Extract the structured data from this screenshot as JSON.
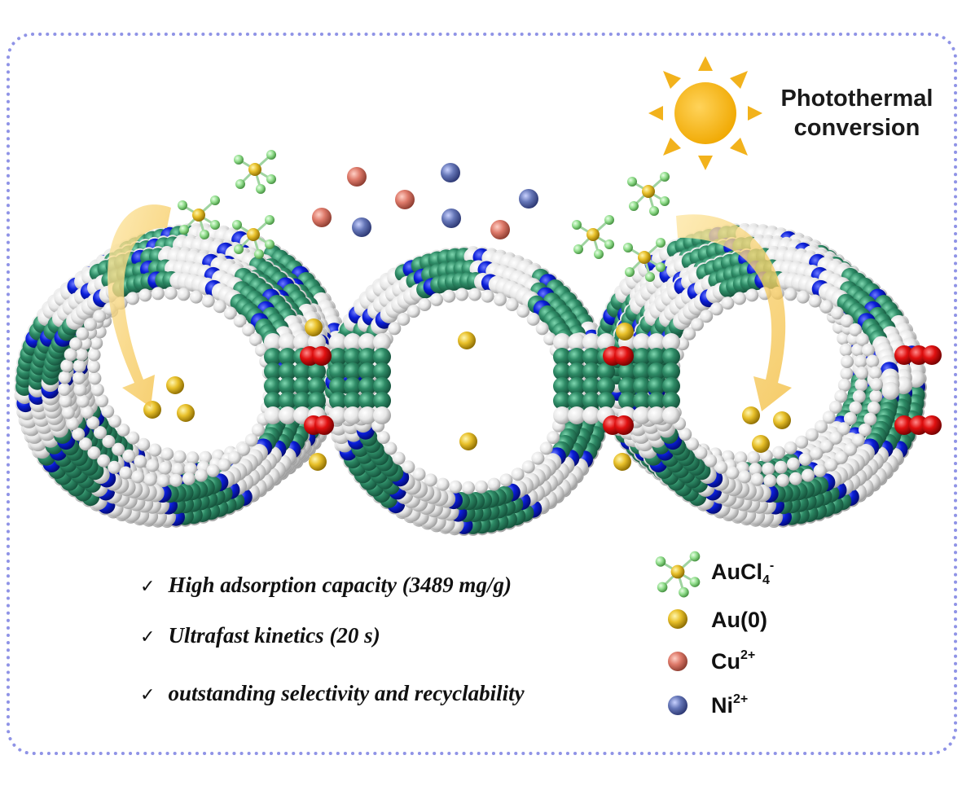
{
  "header": {
    "line1": "Photothermal",
    "line2": "conversion"
  },
  "features": [
    {
      "check": "✓",
      "text": "High adsorption capacity (3489 mg/g)"
    },
    {
      "check": "✓",
      "text": "Ultrafast kinetics (20 s)"
    },
    {
      "check": "✓",
      "text": "outstanding selectivity and recyclability"
    }
  ],
  "legend": {
    "aucl4": {
      "base": "AuCl",
      "sub": "4",
      "sup": "-"
    },
    "au0": {
      "base": "Au(0)"
    },
    "cu": {
      "base": "Cu",
      "sup": "2+"
    },
    "ni": {
      "base": "Ni",
      "sup": "2+"
    }
  },
  "colors": {
    "border": "#8f93e6",
    "sun": "#f2b21c",
    "carbon": "#2e8b66",
    "nitrogen": "#0a1ed8",
    "oxygen": "#e01010",
    "hydrogen": "#e6e6e6",
    "gold": "#e8c02a",
    "copper": "#de7a6a",
    "nickel": "#6677b8",
    "chloride": "#8fdc8a",
    "arrow": "#f5c95a"
  },
  "icons": [
    "sun-icon",
    "aucl4-molecule-icon",
    "gold-atom-icon",
    "copper-ion-icon",
    "nickel-ion-icon",
    "curved-arrow-icon",
    "check-icon"
  ]
}
